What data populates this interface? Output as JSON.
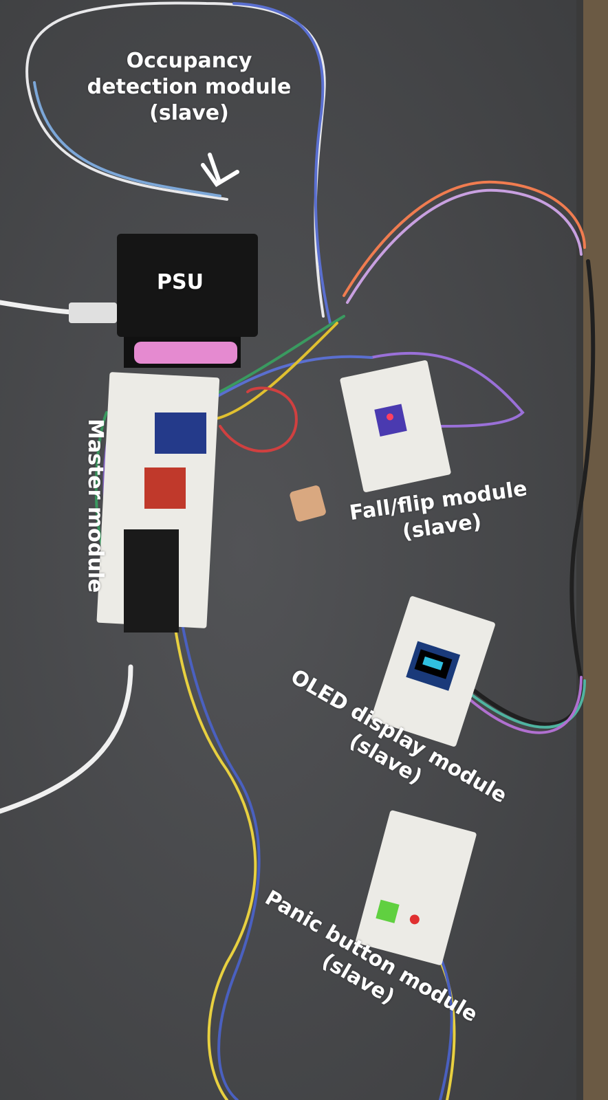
{
  "labels": {
    "occupancy": [
      "Occupancy",
      "detection module",
      "(slave)"
    ],
    "psu": "PSU",
    "master": "Master module",
    "fall": [
      "Fall/flip module",
      "(slave)"
    ],
    "oled": [
      "OLED display module",
      "(slave)"
    ],
    "panic": [
      "Panic button module",
      "(slave)"
    ]
  },
  "colors": {
    "table": "#48494b",
    "edge": "#6b5a44",
    "breadboard": "#ecebe6"
  }
}
